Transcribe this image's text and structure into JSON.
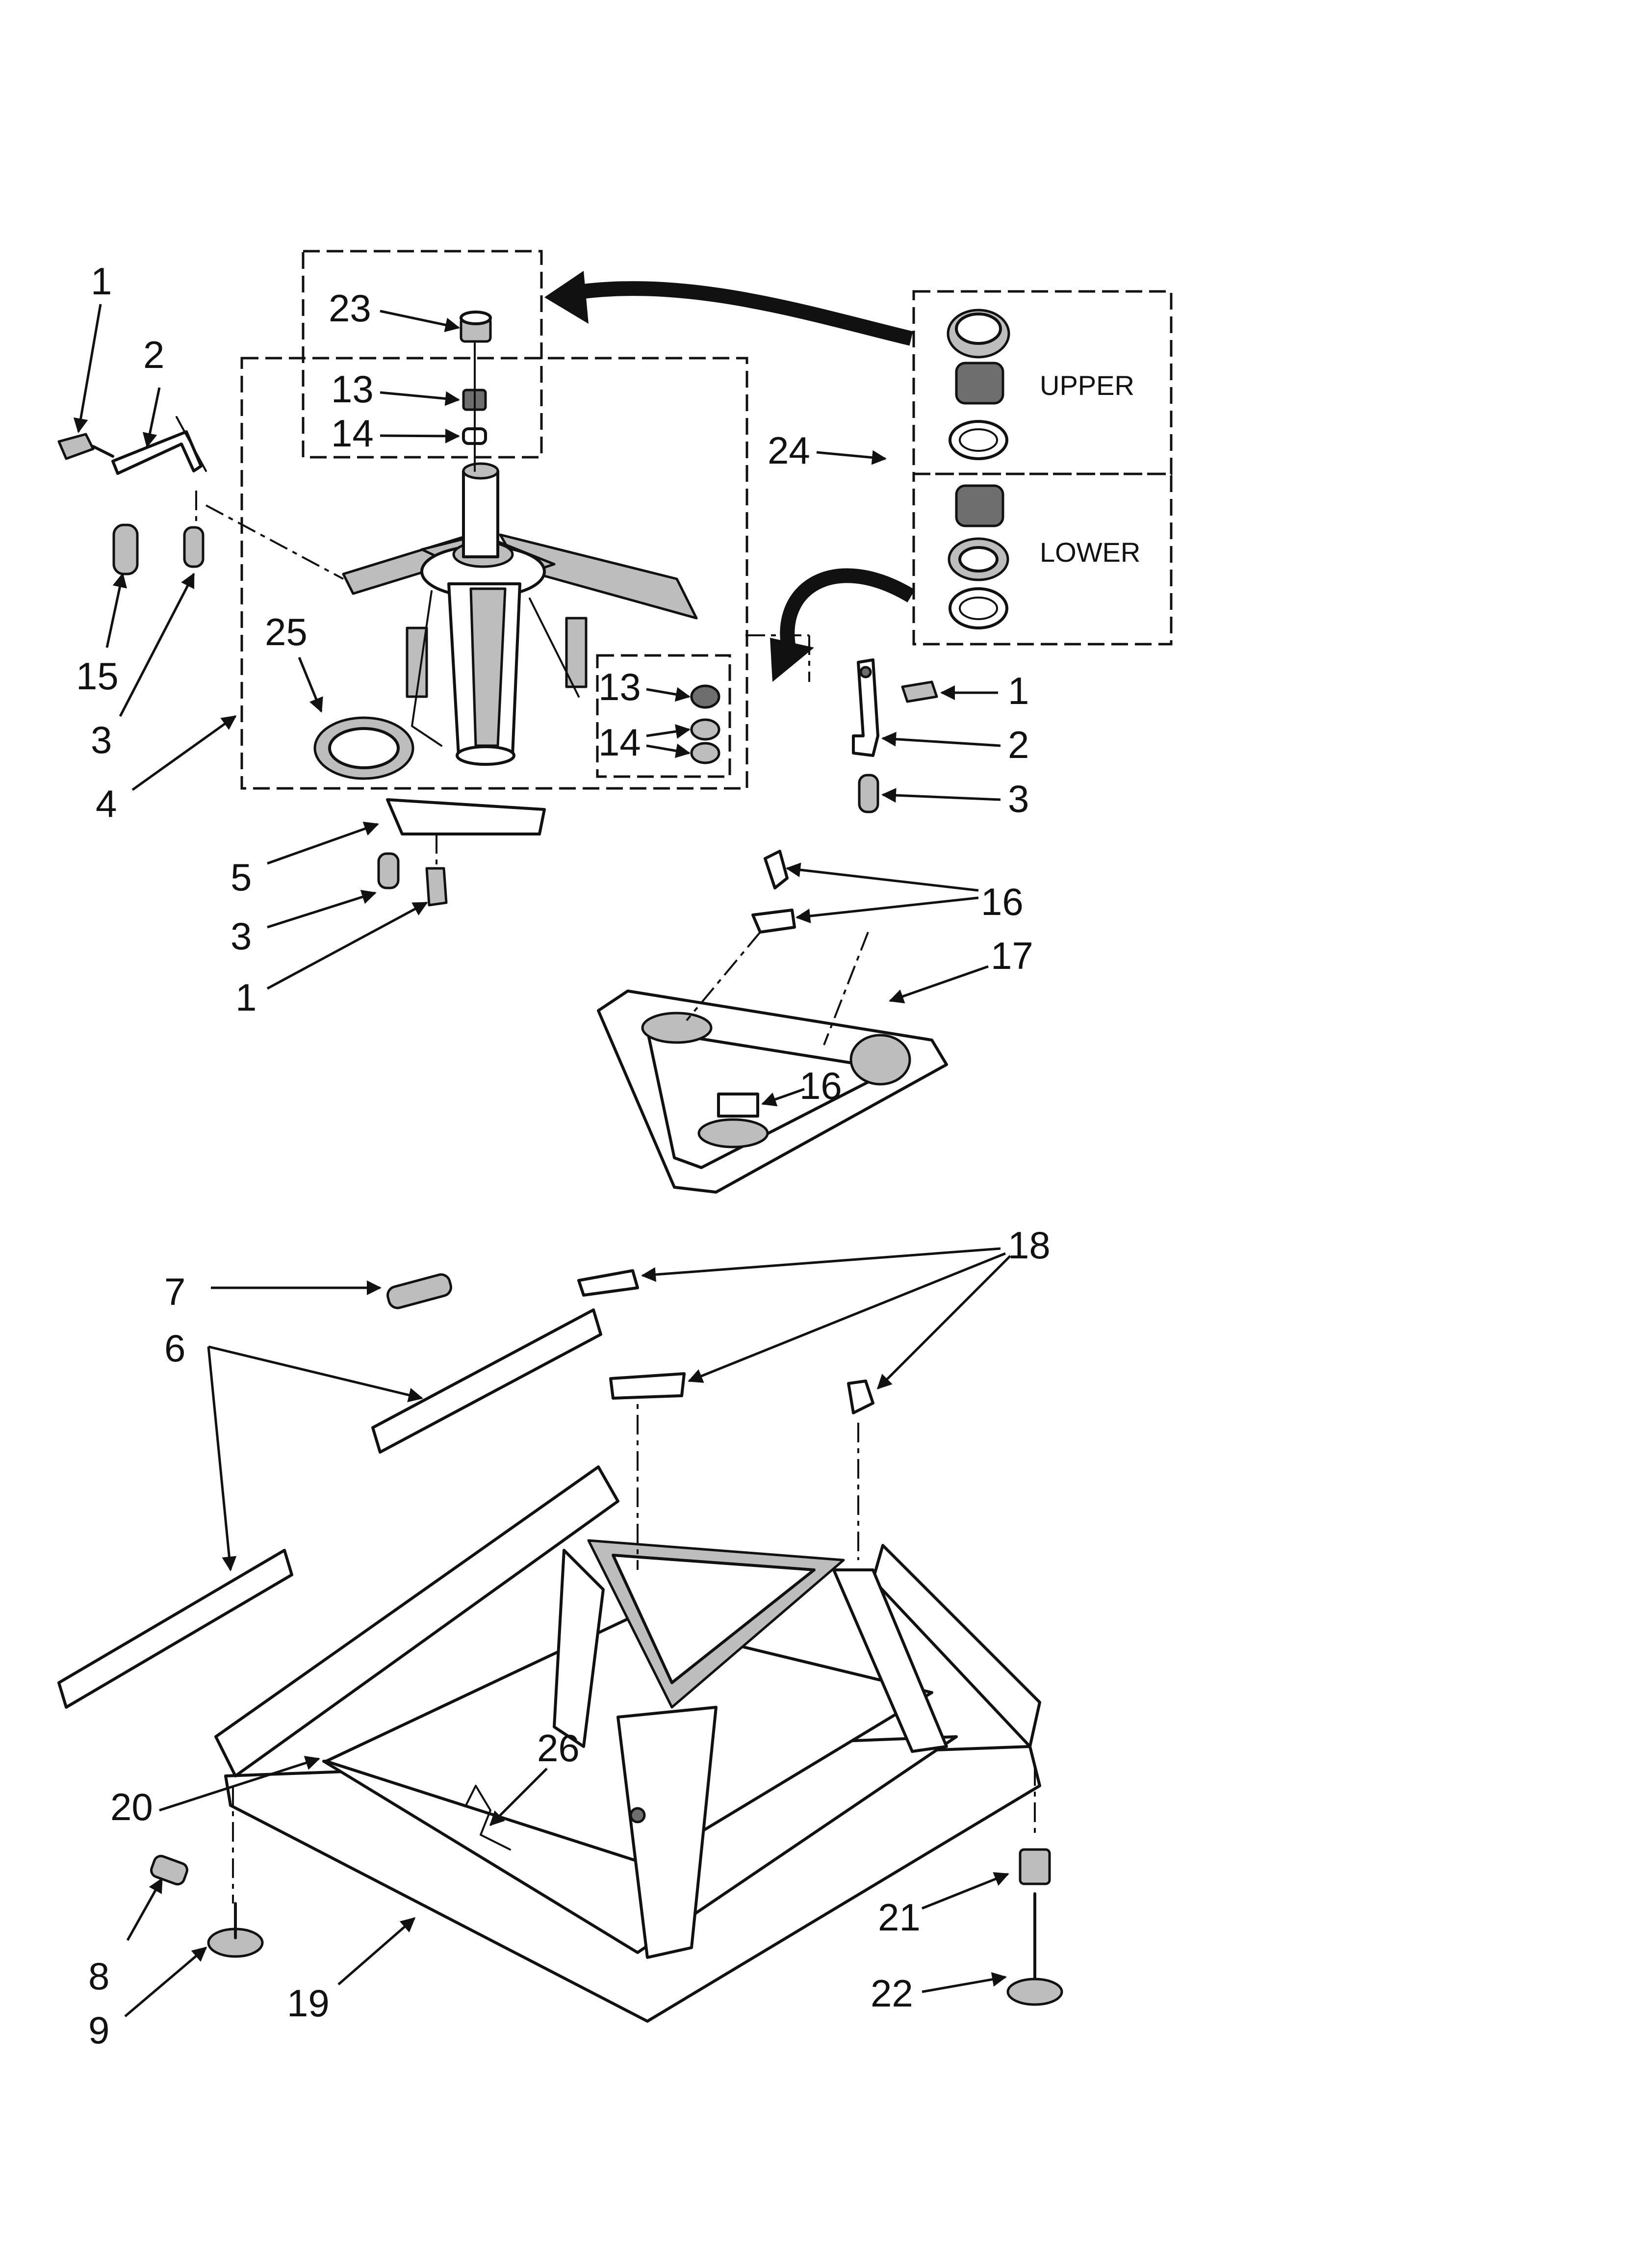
{
  "labels": {
    "l1a": "1",
    "l2a": "2",
    "l15": "15",
    "l3a": "3",
    "l4": "4",
    "l25": "25",
    "l23": "23",
    "l13a": "13",
    "l14a": "14",
    "l13b": "13",
    "l14b": "14",
    "l24": "24",
    "l1b": "1",
    "l2b": "2",
    "l3b": "3",
    "l5": "5",
    "l3c": "3",
    "l1c": "1",
    "l16a": "16",
    "l17": "17",
    "l16b": "16",
    "l18": "18",
    "l7": "7",
    "l6": "6",
    "l26": "26",
    "l20": "20",
    "l8": "8",
    "l9": "9",
    "l19": "19",
    "l21": "21",
    "l22": "22"
  },
  "kit": {
    "upper": "UPPER",
    "lower": "LOWER"
  }
}
